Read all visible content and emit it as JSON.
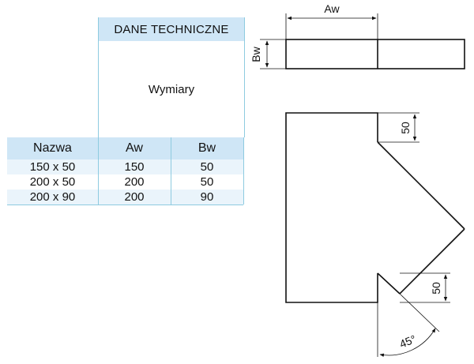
{
  "table": {
    "title": "DANE TECHNICZNE",
    "subtitle": "Wymiary",
    "columns": [
      "Nazwa",
      "Aw",
      "Bw"
    ],
    "rows": [
      [
        "150 x 50",
        "150",
        "50"
      ],
      [
        "200 x 50",
        "200",
        "50"
      ],
      [
        "200 x 90",
        "200",
        "90"
      ]
    ],
    "header_color": "#cfe6f6",
    "stripe_color": "#eaf4fb",
    "border_color": "#8ecbe0"
  },
  "drawing": {
    "top_view_width_label": "Aw",
    "top_view_height_label": "Bw",
    "dim_upper": "50",
    "dim_lower": "50",
    "angle": "45°"
  }
}
